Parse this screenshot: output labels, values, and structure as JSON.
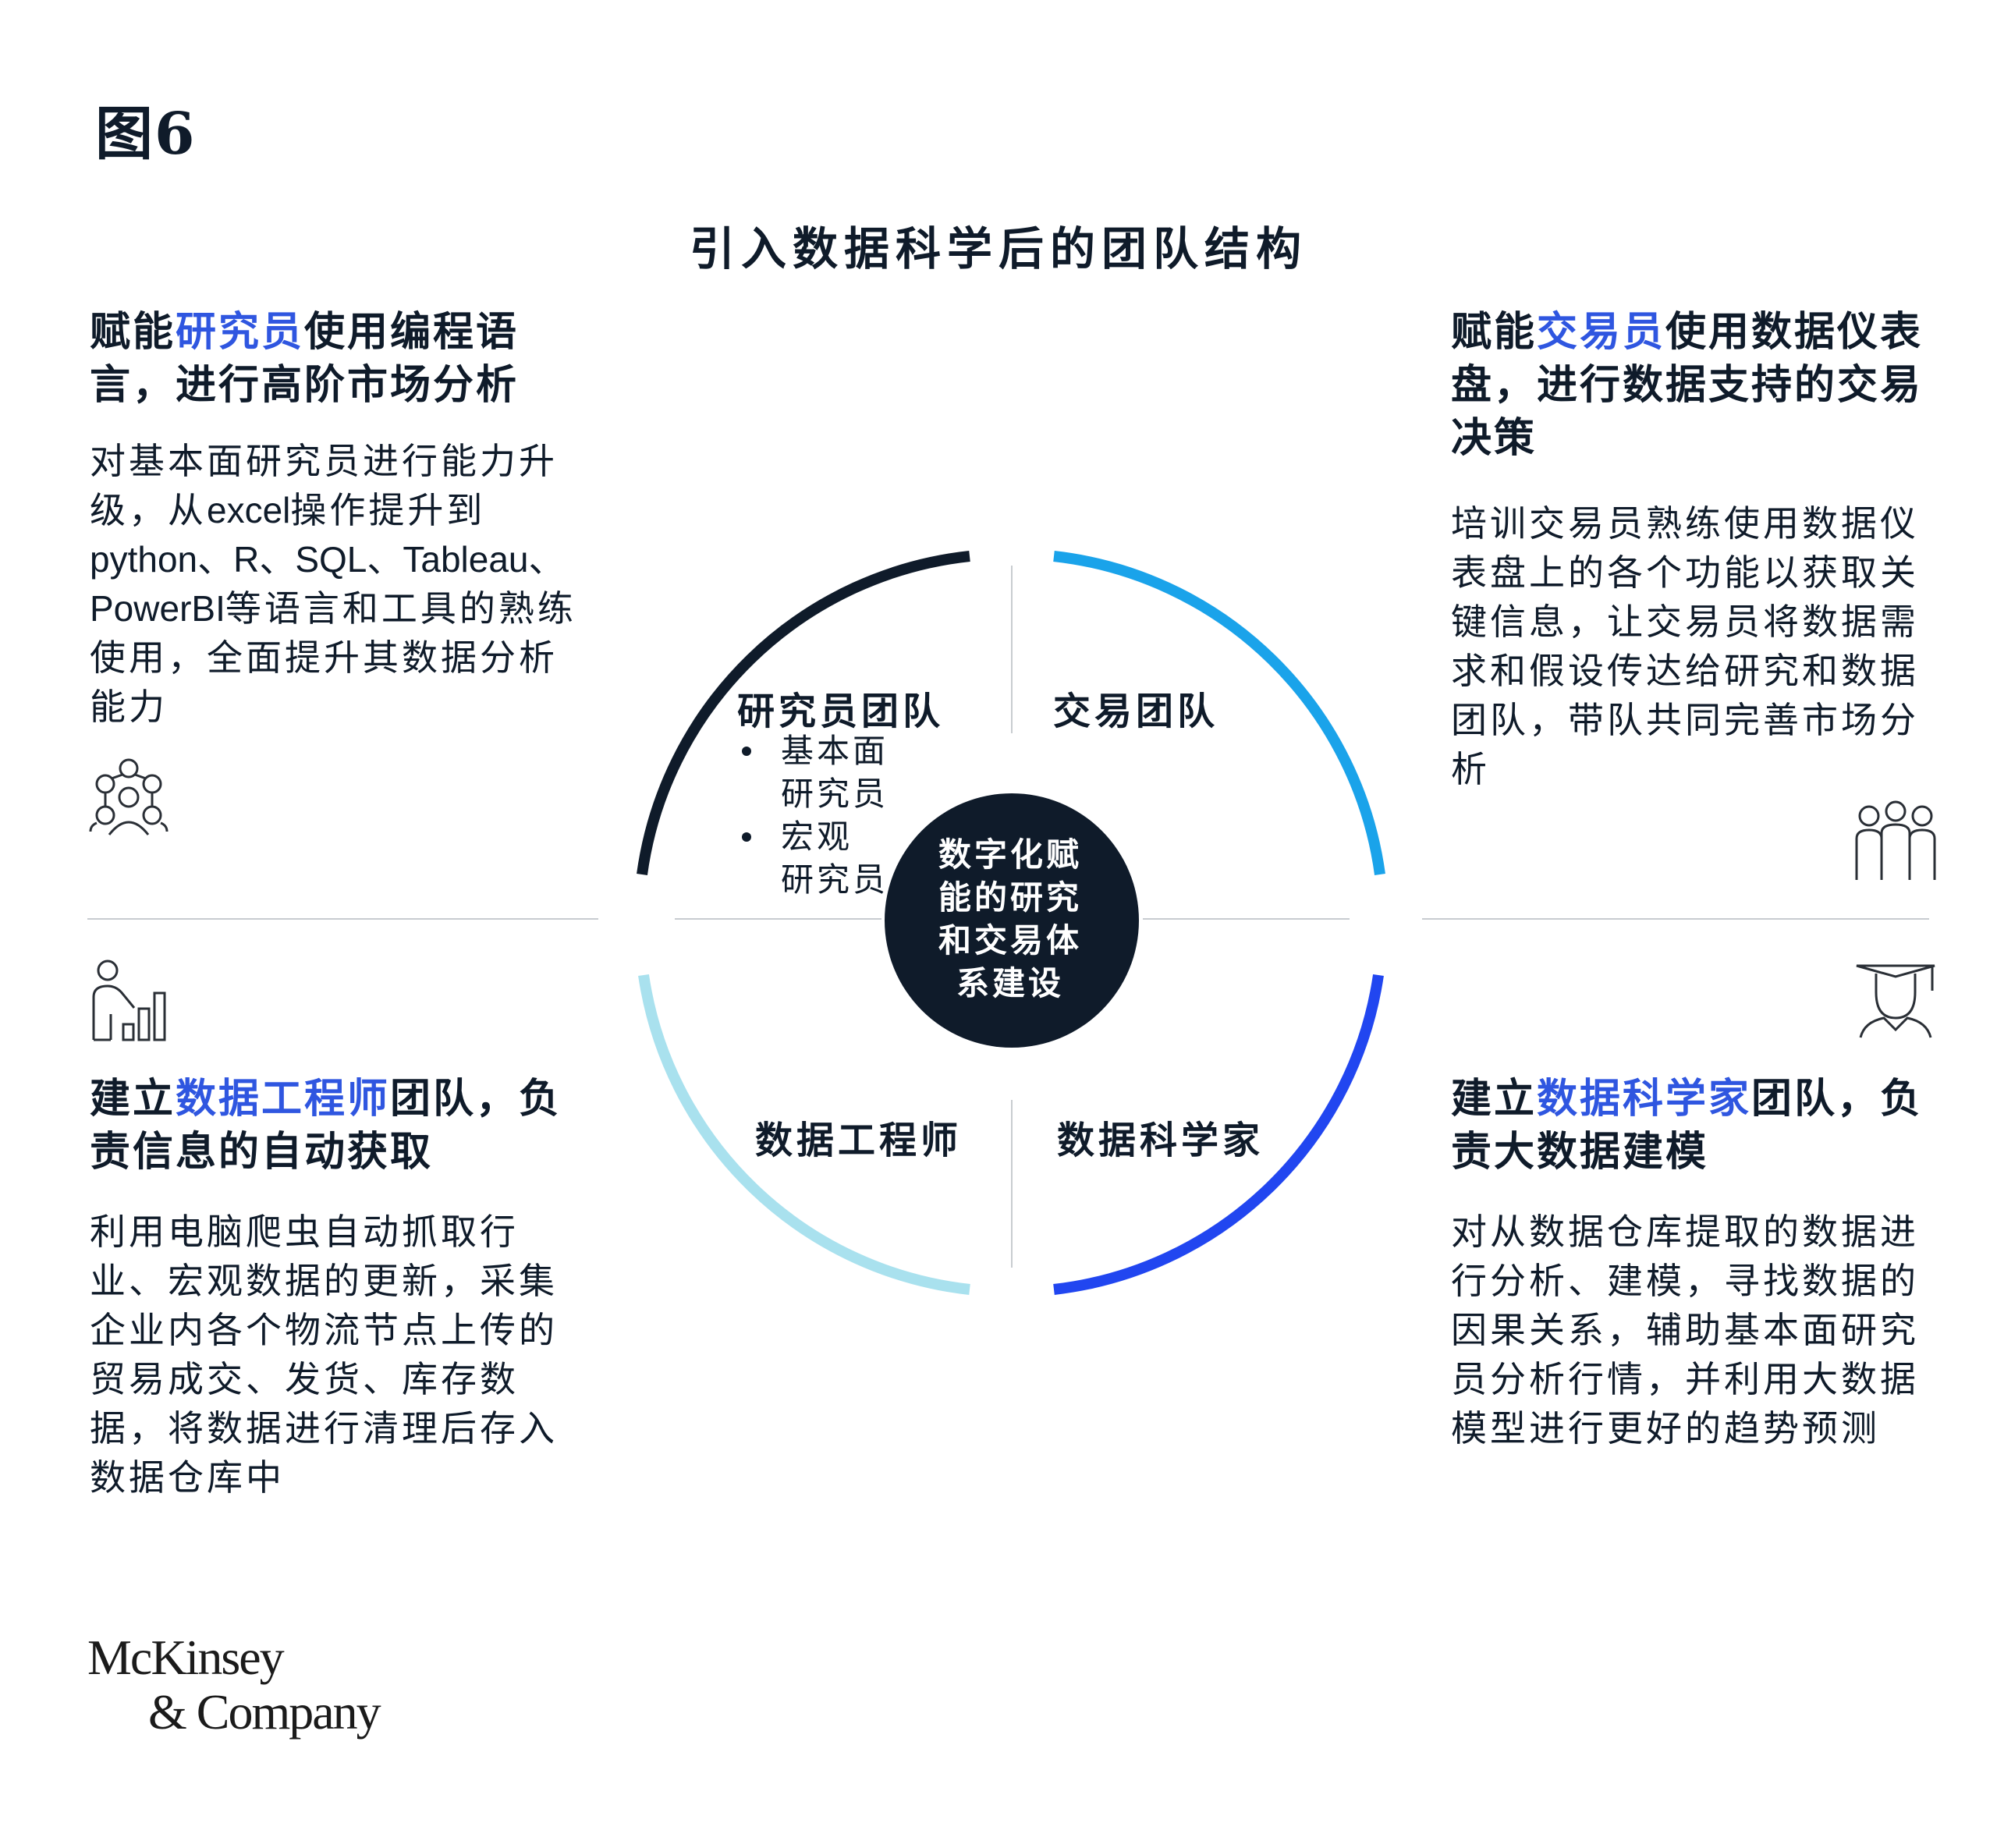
{
  "figure_label": "图6",
  "title": "引入数据科学后的团队结构",
  "colors": {
    "research_arc": "#0f1b2a",
    "trading_arc": "#1aa3ea",
    "engineer_arc": "#a9e1ee",
    "scientist_arc": "#2146f0",
    "highlight_text": "#2f56e0",
    "center_circle": "#0f1b2a"
  },
  "quadrants": {
    "top_left": {
      "heading_prefix": "赋能",
      "heading_highlight": "研究员",
      "heading_suffix": "使用编程语言，进行高阶市场分析",
      "body_1": "对基本面研究员进行能力升级，从",
      "body_latin_1": "excel",
      "body_2": "操作提升到",
      "body_latin_2": "python、R、SQL、Tableau、PowerBI",
      "body_3": "等语言和工具的熟练使用，全面提升其数据分析能力",
      "icon": "network-people-icon"
    },
    "top_right": {
      "heading_prefix": "赋能",
      "heading_highlight": "交易员",
      "heading_suffix": "使用数据仪表盘，进行数据支持的交易决策",
      "body": "培训交易员熟练使用数据仪表盘上的各个功能以获取关键信息，让交易员将数据需求和假设传达给研究和数据团队，带队共同完善市场分析",
      "icon": "team-group-icon"
    },
    "bottom_left": {
      "heading_prefix": "建立",
      "heading_highlight": "数据工程师",
      "heading_suffix": "团队，负责信息的自动获取",
      "body": "利用电脑爬虫自动抓取行业、宏观数据的更新，采集企业内各个物流节点上传的贸易成交、发货、库存数据，将数据进行清理后存入数据仓库中",
      "icon": "person-bar-chart-icon"
    },
    "bottom_right": {
      "heading_prefix": "建立",
      "heading_highlight": "数据科学家",
      "heading_suffix": "团队，负责大数据建模",
      "body": "对从数据仓库提取的数据进行分析、建模，寻找数据的因果关系，辅助基本面研究员分析行情，并利用大数据模型进行更好的趋势预测",
      "icon": "graduate-cap-icon"
    }
  },
  "wheel": {
    "center": "数字化赋\n能的研究\n和交易体\n系建设",
    "research_team": "研究员团队",
    "research_members": [
      "基本面\n研究员",
      "宏观\n研究员"
    ],
    "trading_team": "交易团队",
    "engineer_team": "数据工程师",
    "scientist_team": "数据科学家"
  },
  "logo": {
    "line1": "McKinsey",
    "line2": "& Company"
  }
}
